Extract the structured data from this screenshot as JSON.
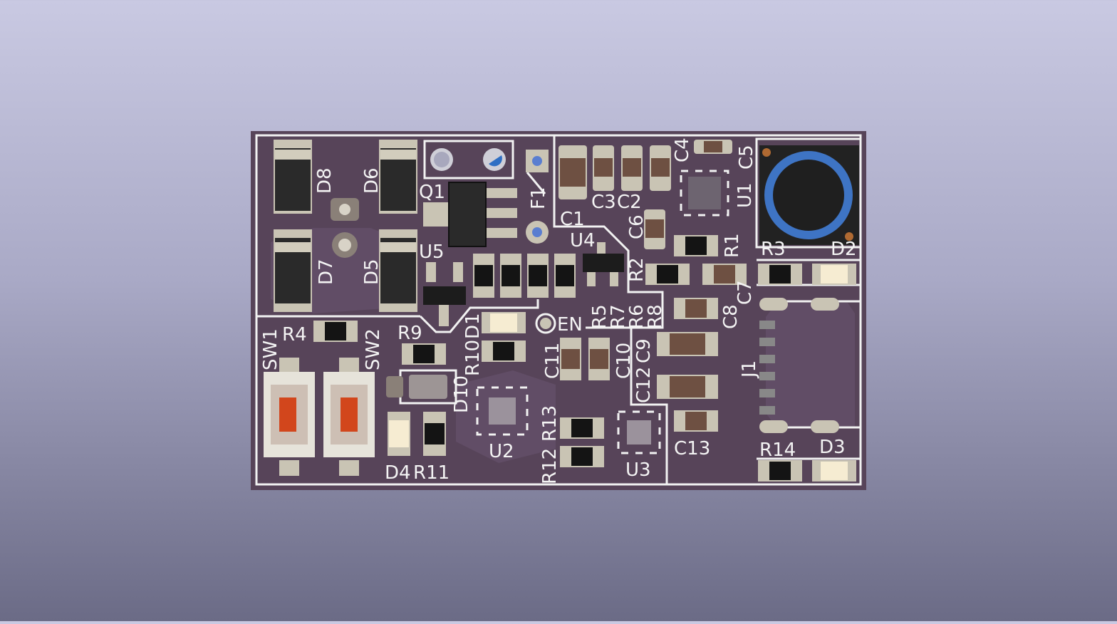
{
  "board": {
    "colors": {
      "substrate": "#574459",
      "copper": "#63506a",
      "silkscreen": "#f2f2f2",
      "pad": "#c9c4b4",
      "ic": "#1b1c1c",
      "cap": "#6e5042",
      "inductor_ring": "#3e74c4"
    },
    "labels": {
      "d8": "D8",
      "d6": "D6",
      "d7": "D7",
      "d5": "D5",
      "q1": "Q1",
      "u5": "U5",
      "f1": "F1",
      "c1": "C1",
      "c3": "C3",
      "c2": "C2",
      "c4": "C4",
      "c5": "C5",
      "u1": "U1",
      "u4": "U4",
      "c6": "C6",
      "r1": "R1",
      "r3": "R3",
      "d2": "D2",
      "r2": "R2",
      "c7": "C7",
      "c8": "C8",
      "r5": "R5",
      "r7": "R7",
      "r6": "R6",
      "r8": "R8",
      "en": "EN",
      "r4": "R4",
      "r9": "R9",
      "sw1": "SW1",
      "sw2": "SW2",
      "r10": "R10",
      "d1": "D1",
      "c11": "C11",
      "c10": "C10",
      "c9": "C9",
      "c12": "C12",
      "j1": "J1",
      "d10": "D10",
      "u2": "U2",
      "r13": "R13",
      "r12": "R12",
      "u3": "U3",
      "c13": "C13",
      "d4": "D4",
      "r11": "R11",
      "r14": "R14",
      "d3": "D3"
    }
  }
}
